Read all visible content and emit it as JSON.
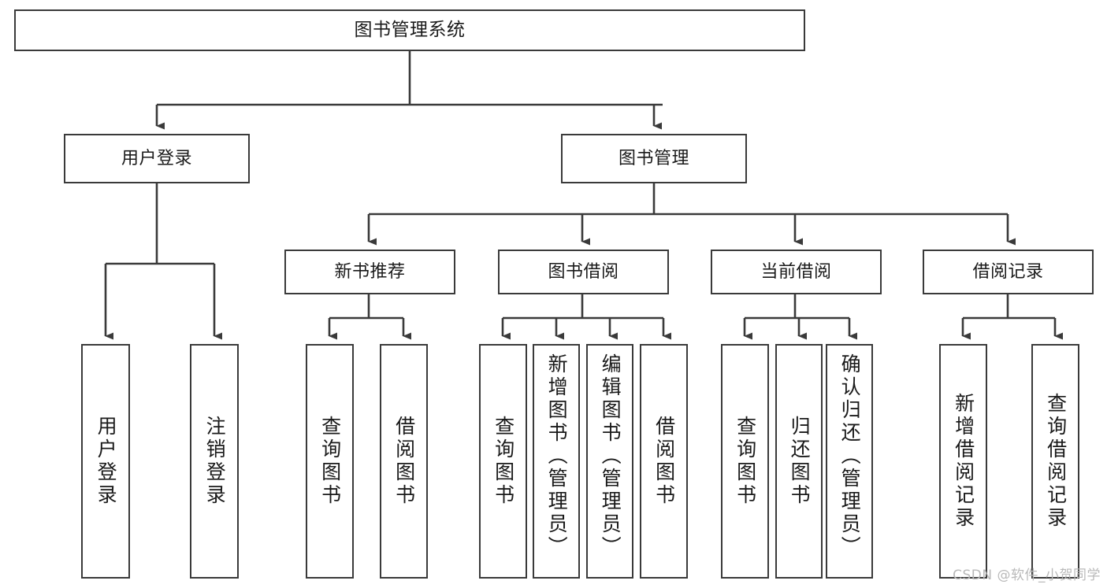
{
  "diagram": {
    "type": "hierarchy-tree",
    "title": "图书管理系统",
    "watermark": "CSDN @软件_小贺同学",
    "colors": {
      "box_border": "#3a3a3a",
      "box_fill": "#ffffff",
      "connector": "#3a3a3a",
      "text": "#1a1a1a",
      "watermark": "#b9b9b9",
      "background": "#ffffff"
    },
    "nodes": {
      "root": {
        "label": "图书管理系统"
      },
      "level2": [
        {
          "id": "user-login",
          "label": "用户登录"
        },
        {
          "id": "book-management",
          "label": "图书管理"
        }
      ],
      "level3": [
        {
          "id": "new-book-recommend",
          "label": "新书推荐"
        },
        {
          "id": "book-borrow",
          "label": "图书借阅"
        },
        {
          "id": "current-borrow",
          "label": "当前借阅"
        },
        {
          "id": "borrow-record",
          "label": "借阅记录"
        }
      ],
      "leaves": {
        "user_login": [
          {
            "id": "leaf-user-login",
            "label": "用户登录"
          },
          {
            "id": "leaf-logout-login",
            "label": "注销登录"
          }
        ],
        "new_book_recommend": [
          {
            "id": "leaf-query-book-1",
            "label": "查询图书"
          },
          {
            "id": "leaf-borrow-book-1",
            "label": "借阅图书"
          }
        ],
        "book_borrow": [
          {
            "id": "leaf-query-book-2",
            "label": "查询图书"
          },
          {
            "id": "leaf-add-book-admin",
            "label": "新增图书（管理员）"
          },
          {
            "id": "leaf-edit-book-admin",
            "label": "编辑图书（管理员）"
          },
          {
            "id": "leaf-borrow-book-2",
            "label": "借阅图书"
          }
        ],
        "current_borrow": [
          {
            "id": "leaf-query-book-3",
            "label": "查询图书"
          },
          {
            "id": "leaf-return-book",
            "label": "归还图书"
          },
          {
            "id": "leaf-confirm-return-admin",
            "label": "确认归还（管理员）"
          }
        ],
        "borrow_record": [
          {
            "id": "leaf-add-borrow-record",
            "label": "新增借阅记录"
          },
          {
            "id": "leaf-query-borrow-record",
            "label": "查询借阅记录"
          }
        ]
      }
    }
  }
}
